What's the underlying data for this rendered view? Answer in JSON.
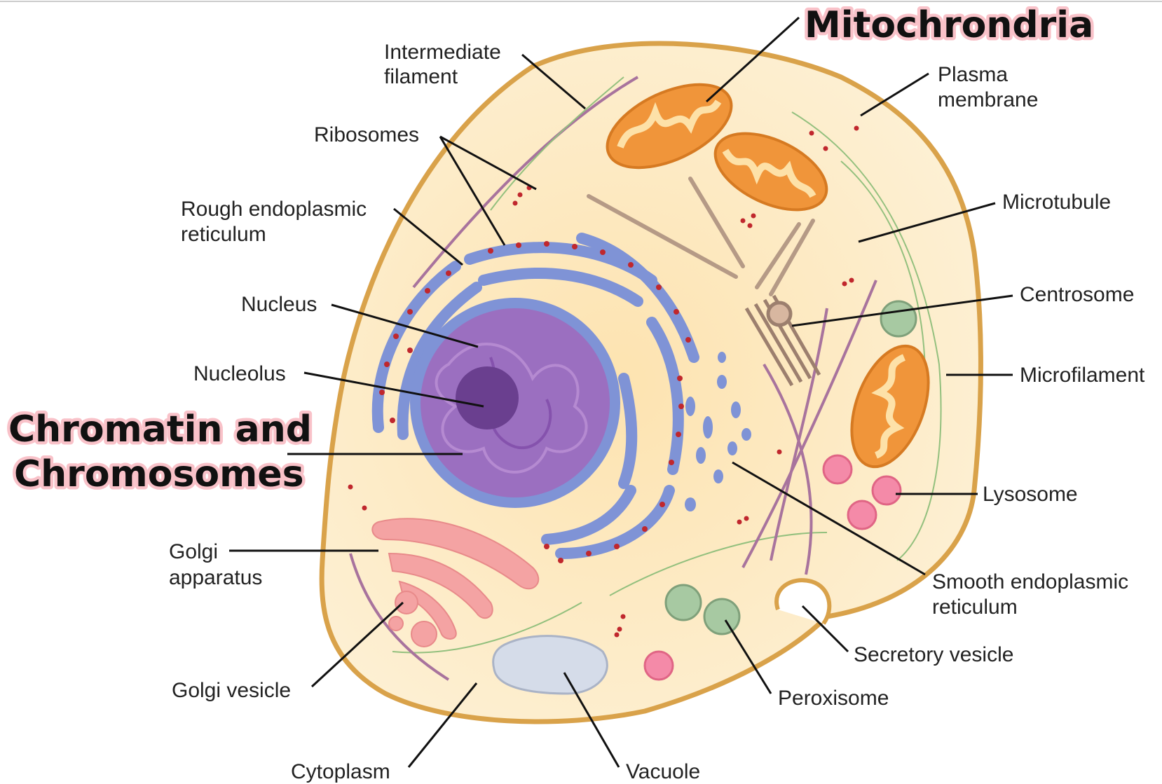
{
  "title_labels": {
    "mitochondria": "Mitochrondria",
    "chromatin_line1": "Chromatin and",
    "chromatin_line2": "Chromosomes"
  },
  "labels": {
    "intermediate_filament_1": "Intermediate",
    "intermediate_filament_2": "filament",
    "ribosomes": "Ribosomes",
    "rough_er_1": "Rough endoplasmic",
    "rough_er_2": "reticulum",
    "nucleus": "Nucleus",
    "nucleolus": "Nucleolus",
    "golgi_apparatus_1": "Golgi",
    "golgi_apparatus_2": "apparatus",
    "golgi_vesicle": "Golgi vesicle",
    "cytoplasm": "Cytoplasm",
    "vacuole": "Vacuole",
    "peroxisome": "Peroxisome",
    "secretory_vesicle": "Secretory vesicle",
    "smooth_er_1": "Smooth endoplasmic",
    "smooth_er_2": "reticulum",
    "lysosome": "Lysosome",
    "microfilament": "Microfilament",
    "centrosome": "Centrosome",
    "microtubule": "Microtubule",
    "plasma_membrane_1": "Plasma",
    "plasma_membrane_2": "membrane"
  },
  "colors": {
    "cytoplasm": "#fdebc4",
    "membrane": "#d9a24a",
    "nucleus": "#9b6fc0",
    "nucleolus": "#6a3f8f",
    "er": "#7f93d6",
    "ribosome": "#c0272d",
    "mitochondria": "#f0953a",
    "golgi": "#f4a3a3",
    "lysosome": "#f48aa8",
    "peroxisome_vesicle": "#8fb88d",
    "highlight": "#f9c2c9"
  }
}
